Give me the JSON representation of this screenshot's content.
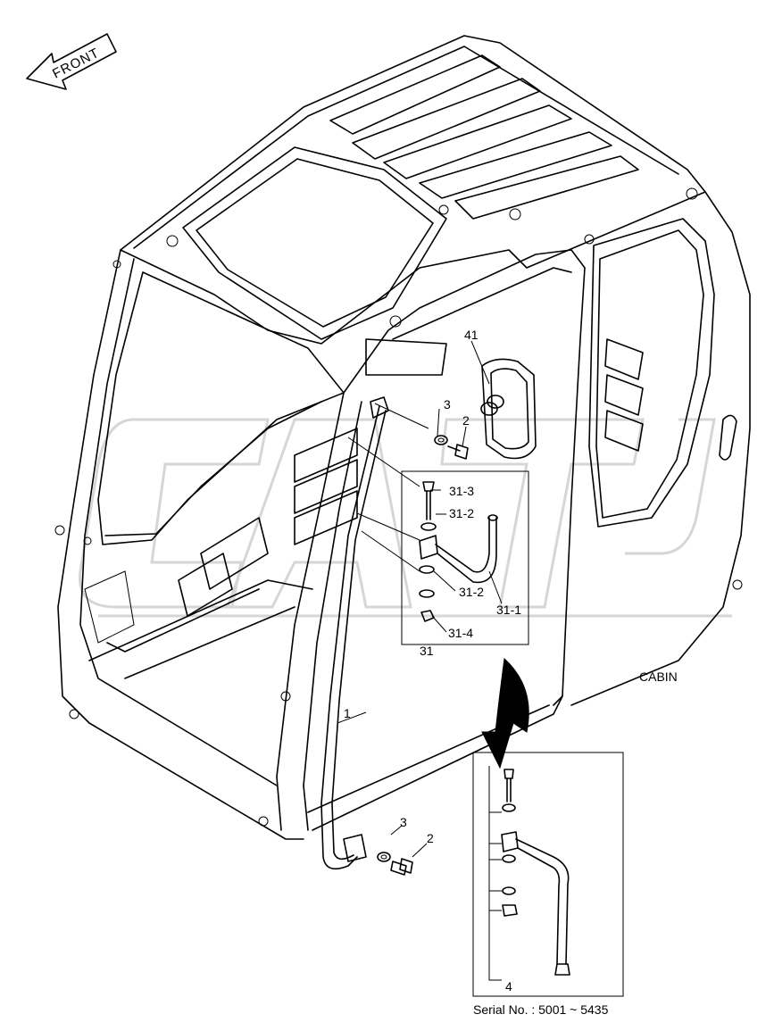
{
  "front_label": "FRONT",
  "title": "CABIN",
  "serial": "Serial No. : 5001 ~ 5435",
  "callouts": {
    "c41": "41",
    "c3_top": "3",
    "c2_top": "2",
    "c31_3": "31-3",
    "c31_2_top": "31-2",
    "c31_2_bot": "31-2",
    "c31_1": "31-1",
    "c31_4": "31-4",
    "c31": "31",
    "c1": "1",
    "c3_bot": "3",
    "c2_bot": "2",
    "c4": "4"
  }
}
